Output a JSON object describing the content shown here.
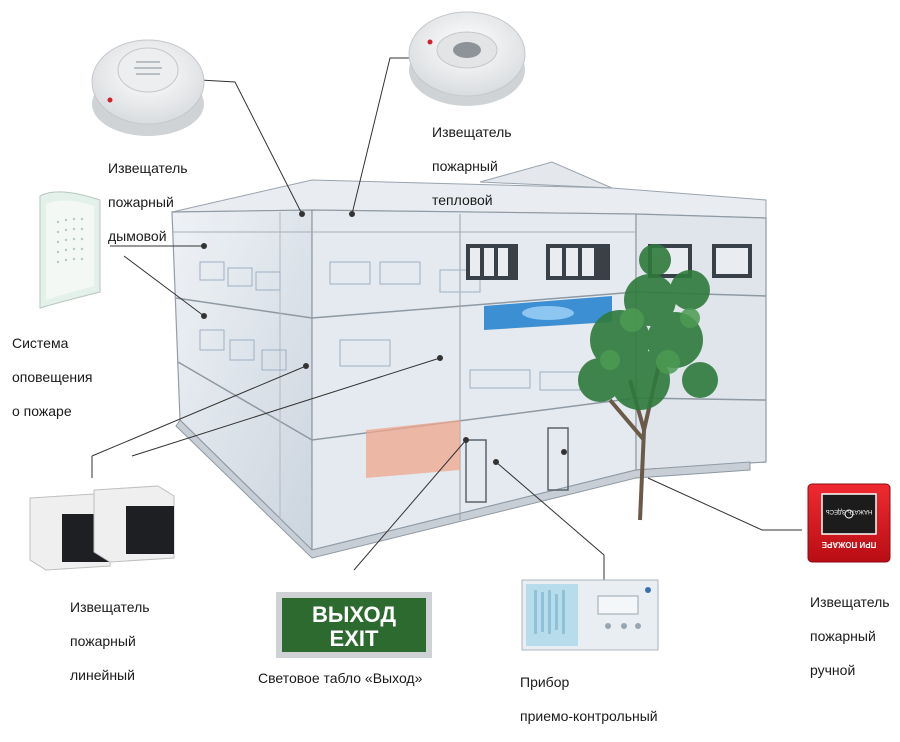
{
  "labels": {
    "smoke_detector": [
      "Извещатель",
      "пожарный",
      "дымовой"
    ],
    "heat_detector": [
      "Извещатель",
      "пожарный",
      "тепловой"
    ],
    "alarm_system": [
      "Система",
      "оповещения",
      "о пожаре"
    ],
    "linear_detector": [
      "Извещатель",
      "пожарный",
      "линейный"
    ],
    "manual_call_point": [
      "Извещатель",
      "пожарный",
      "ручной"
    ],
    "exit_sign": "Световое табло «Выход»",
    "control_panel": [
      "Прибор",
      "приемо-контрольный"
    ]
  },
  "device_text": {
    "exit_sign_ru": "ВЫХОД",
    "exit_sign_en": "EXIT",
    "manual_call_top": "НАЖАТЬ ЗДЕСЬ",
    "manual_call_bottom": "ПРИ ПОЖАРЕ"
  },
  "colors": {
    "exit_sign_bg": "#2d6a2f",
    "manual_call_red": "#d8141c",
    "leader_line": "#333333",
    "building_glass": "#dfe6ee"
  }
}
